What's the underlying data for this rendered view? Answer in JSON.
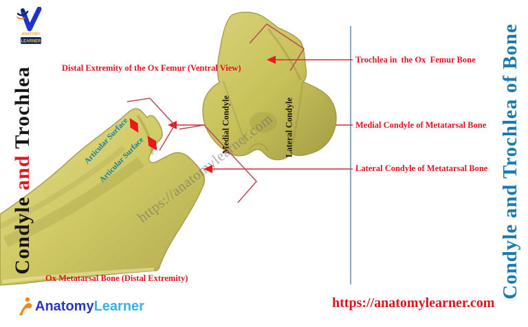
{
  "brand": {
    "top_logo": {
      "anatomy": "ANATOMY",
      "learner": "LEARNER"
    },
    "footer": {
      "anatomy": "Anatomy",
      "learner": "Learner",
      "url": "https://anatomylearner.com"
    }
  },
  "titles": {
    "left": {
      "part1": "Condyle",
      "part2": "and",
      "part3": "Trochlea"
    },
    "right": "Condyle and Trochlea of Bone"
  },
  "captions": {
    "femur": "Distal Extremity of the Ox Femur (Ventral View)",
    "metatarsal": "Ox Metatarsal Bone (Distal Extremity)"
  },
  "callouts": {
    "trochlea": "Trochlea in  the Ox  Femur Bone",
    "medial": "Medial Condyle of Metatarsal Bone",
    "lateral": "Lateral Condyle of Metatarsal Bone"
  },
  "bone_labels": {
    "medial_condyle": "Medial Condyle",
    "lateral_condyle": "Lateral Condyle",
    "articular_surface_1": "Articular Surface",
    "articular_surface_2": "Articular Surface"
  },
  "watermark": "https://anatomylearner.com",
  "colors": {
    "label_red": "#e2131f",
    "title_blue": "#1a7ab0",
    "articular_teal": "#1780a0",
    "bone_fill": "#d2cb67",
    "bone_edge": "#9a9240",
    "bracket_red": "#bf4550",
    "divider_blue": "#5d7f9d",
    "brand_blue": "#2a35c8",
    "brand_cyan": "#38b2ee",
    "brand_orange": "#f08a1c"
  }
}
